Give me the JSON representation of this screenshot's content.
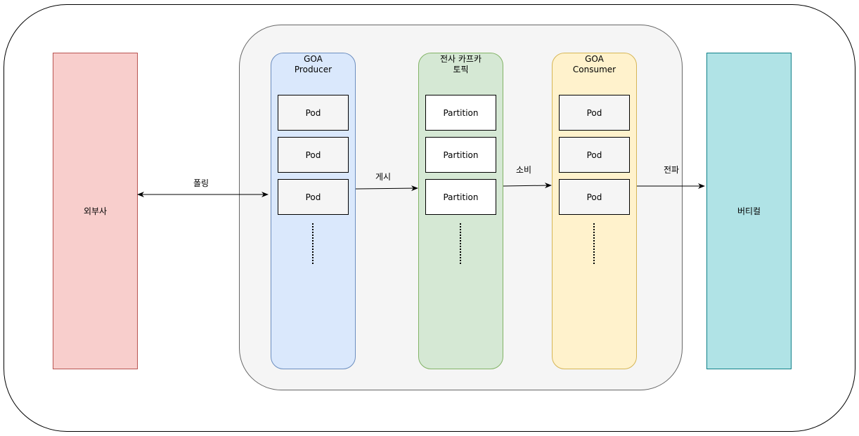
{
  "external": {
    "label": "외부사",
    "color": "#f8cecc",
    "border": "#b85450"
  },
  "vertical": {
    "label": "버티컬",
    "color": "#b0e3e6",
    "border": "#0e8088"
  },
  "producer": {
    "title_line1": "GOA",
    "title_line2": "Producer",
    "color": "#dae8fc",
    "border": "#6c8ebf",
    "items": [
      "Pod",
      "Pod",
      "Pod"
    ]
  },
  "topic": {
    "title_line1": "전사 카프카",
    "title_line2": "토픽",
    "color": "#d5e8d4",
    "border": "#82b366",
    "items": [
      "Partition",
      "Partition",
      "Partition"
    ]
  },
  "consumer": {
    "title_line1": "GOA",
    "title_line2": "Consumer",
    "color": "#fff2cc",
    "border": "#d6b656",
    "items": [
      "Pod",
      "Pod",
      "Pod"
    ]
  },
  "edges": {
    "polling": "폴링",
    "publish": "게시",
    "consume": "소비",
    "propagate": "전파"
  }
}
